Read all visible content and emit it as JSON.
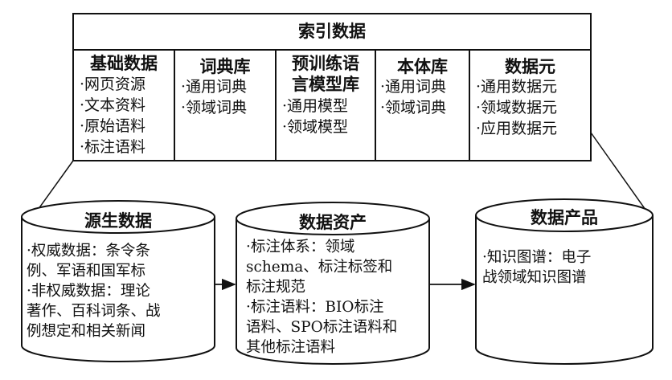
{
  "index": {
    "title": "索引数据",
    "columns": [
      {
        "title": "基础数据",
        "items": [
          "·网页资源",
          "·文本资料",
          "·原始语料",
          "·标注语料"
        ]
      },
      {
        "title": "词典库",
        "items": [
          "·通用词典",
          "·领域词典"
        ]
      },
      {
        "title_lines": [
          "预训练语",
          "言模型库"
        ],
        "items": [
          "·通用模型",
          "·领域模型"
        ]
      },
      {
        "title": "本体库",
        "items": [
          "·通用词典",
          "·领域词典"
        ]
      },
      {
        "title": "数据元",
        "items": [
          "·通用数据元",
          "·领域数据元",
          "·应用数据元"
        ]
      }
    ]
  },
  "cylinders": [
    {
      "title": "源生数据",
      "lines": [
        "·权威数据：条令条",
        "例、军语和国军标",
        "·非权威数据：理论",
        "著作、百科词条、战",
        "例想定和相关新闻"
      ]
    },
    {
      "title": "数据资产",
      "lines": [
        "·标注体系：领域",
        "schema、标注标签和",
        "标注规范",
        "·标注语料：BIO标注",
        "语料、SPO标注语料和",
        "其他标注语料"
      ]
    },
    {
      "title": "数据产品",
      "lines": [
        "·知识图谱：电子",
        "战领域知识图谱"
      ]
    }
  ]
}
